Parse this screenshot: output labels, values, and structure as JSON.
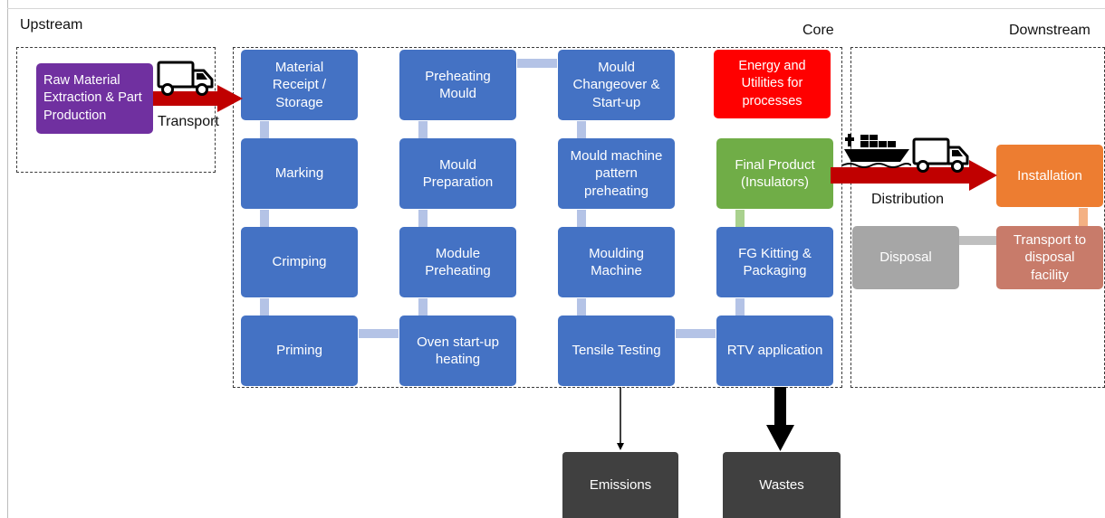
{
  "sections": {
    "upstream": "Upstream",
    "core": "Core",
    "downstream": "Downstream"
  },
  "upstream": {
    "raw_material": "Raw Material\nExtraction & Part\nProduction",
    "transport_label": "Transport"
  },
  "core": {
    "column1": [
      "Material\nReceipt /\nStorage",
      "Marking",
      "Crimping",
      "Priming"
    ],
    "column2": [
      "Preheating\nMould",
      "Mould\nPreparation",
      "Module\nPreheating",
      "Oven start-up\nheating"
    ],
    "column3": [
      "Mould\nChangeover &\nStart-up",
      "Mould machine\npattern\npreheating",
      "Moulding\nMachine",
      "Tensile Testing"
    ],
    "column4": [
      "Energy and\nUtilities for\nprocesses",
      "Final Product\n(Insulators)",
      "FG Kitting &\nPackaging",
      "RTV application"
    ]
  },
  "downstream": {
    "installation": "Installation",
    "distribution_label": "Distribution",
    "transport_to_disposal": "Transport to\ndisposal\nfacility",
    "disposal": "Disposal"
  },
  "outputs": {
    "emissions": "Emissions",
    "wastes": "Wastes"
  },
  "colors": {
    "process_blue": "#4472c4",
    "raw_material_purple": "#7030a0",
    "energy_red": "#ff0000",
    "final_product_green": "#70ad47",
    "installation_orange": "#ed7d31",
    "transport_disposal_salmon": "#c87b6a",
    "disposal_gray": "#a6a6a6",
    "output_dark": "#404040",
    "arrow_red": "#c00000"
  },
  "icons": [
    "truck-icon",
    "cargo-ship-icon"
  ]
}
